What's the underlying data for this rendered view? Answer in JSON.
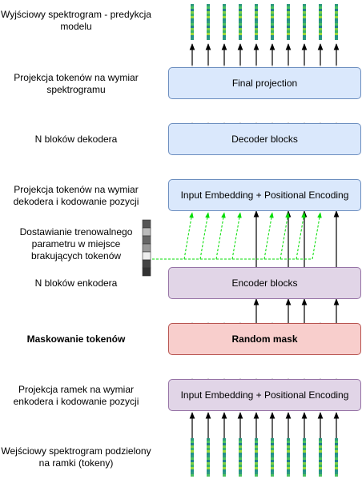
{
  "labels": {
    "output_spectrogram": "Wyjściowy spektrogram - predykcja modelu",
    "token_projection_to_spectrogram": "Projekcja tokenów na wymiar spektrogramu",
    "decoder_blocks": "N bloków dekodera",
    "decoder_projection": "Projekcja tokenów na wymiar dekodera i kodowanie pozycji",
    "mask_token_fill": "Dostawianie trenowalnego parametru w miejsce brakujących tokenów",
    "encoder_blocks": "N bloków enkodera",
    "token_masking": "Maskowanie tokenów",
    "frame_projection": "Projekcja ramek na wymiar enkodera i kodowanie pozycji",
    "input_spectrogram": "Wejściowy spektrogram podzielony na ramki (tokeny)"
  },
  "boxes": {
    "final_projection": "Final projection",
    "decoder_blocks": "Decoder blocks",
    "decoder_embedding": "Input Embedding + Positional Encoding",
    "encoder_blocks": "Encoder blocks",
    "random_mask": "Random mask",
    "encoder_embedding": "Input Embedding + Positional Encoding"
  },
  "colors": {
    "blue_fill": "#dae8fc",
    "blue_stroke": "#6c8ebf",
    "purple_fill": "#e1d5e7",
    "purple_stroke": "#9673a6",
    "red_fill": "#f8cecc",
    "red_stroke": "#b85450",
    "mask_arrow": "#00dd00"
  }
}
